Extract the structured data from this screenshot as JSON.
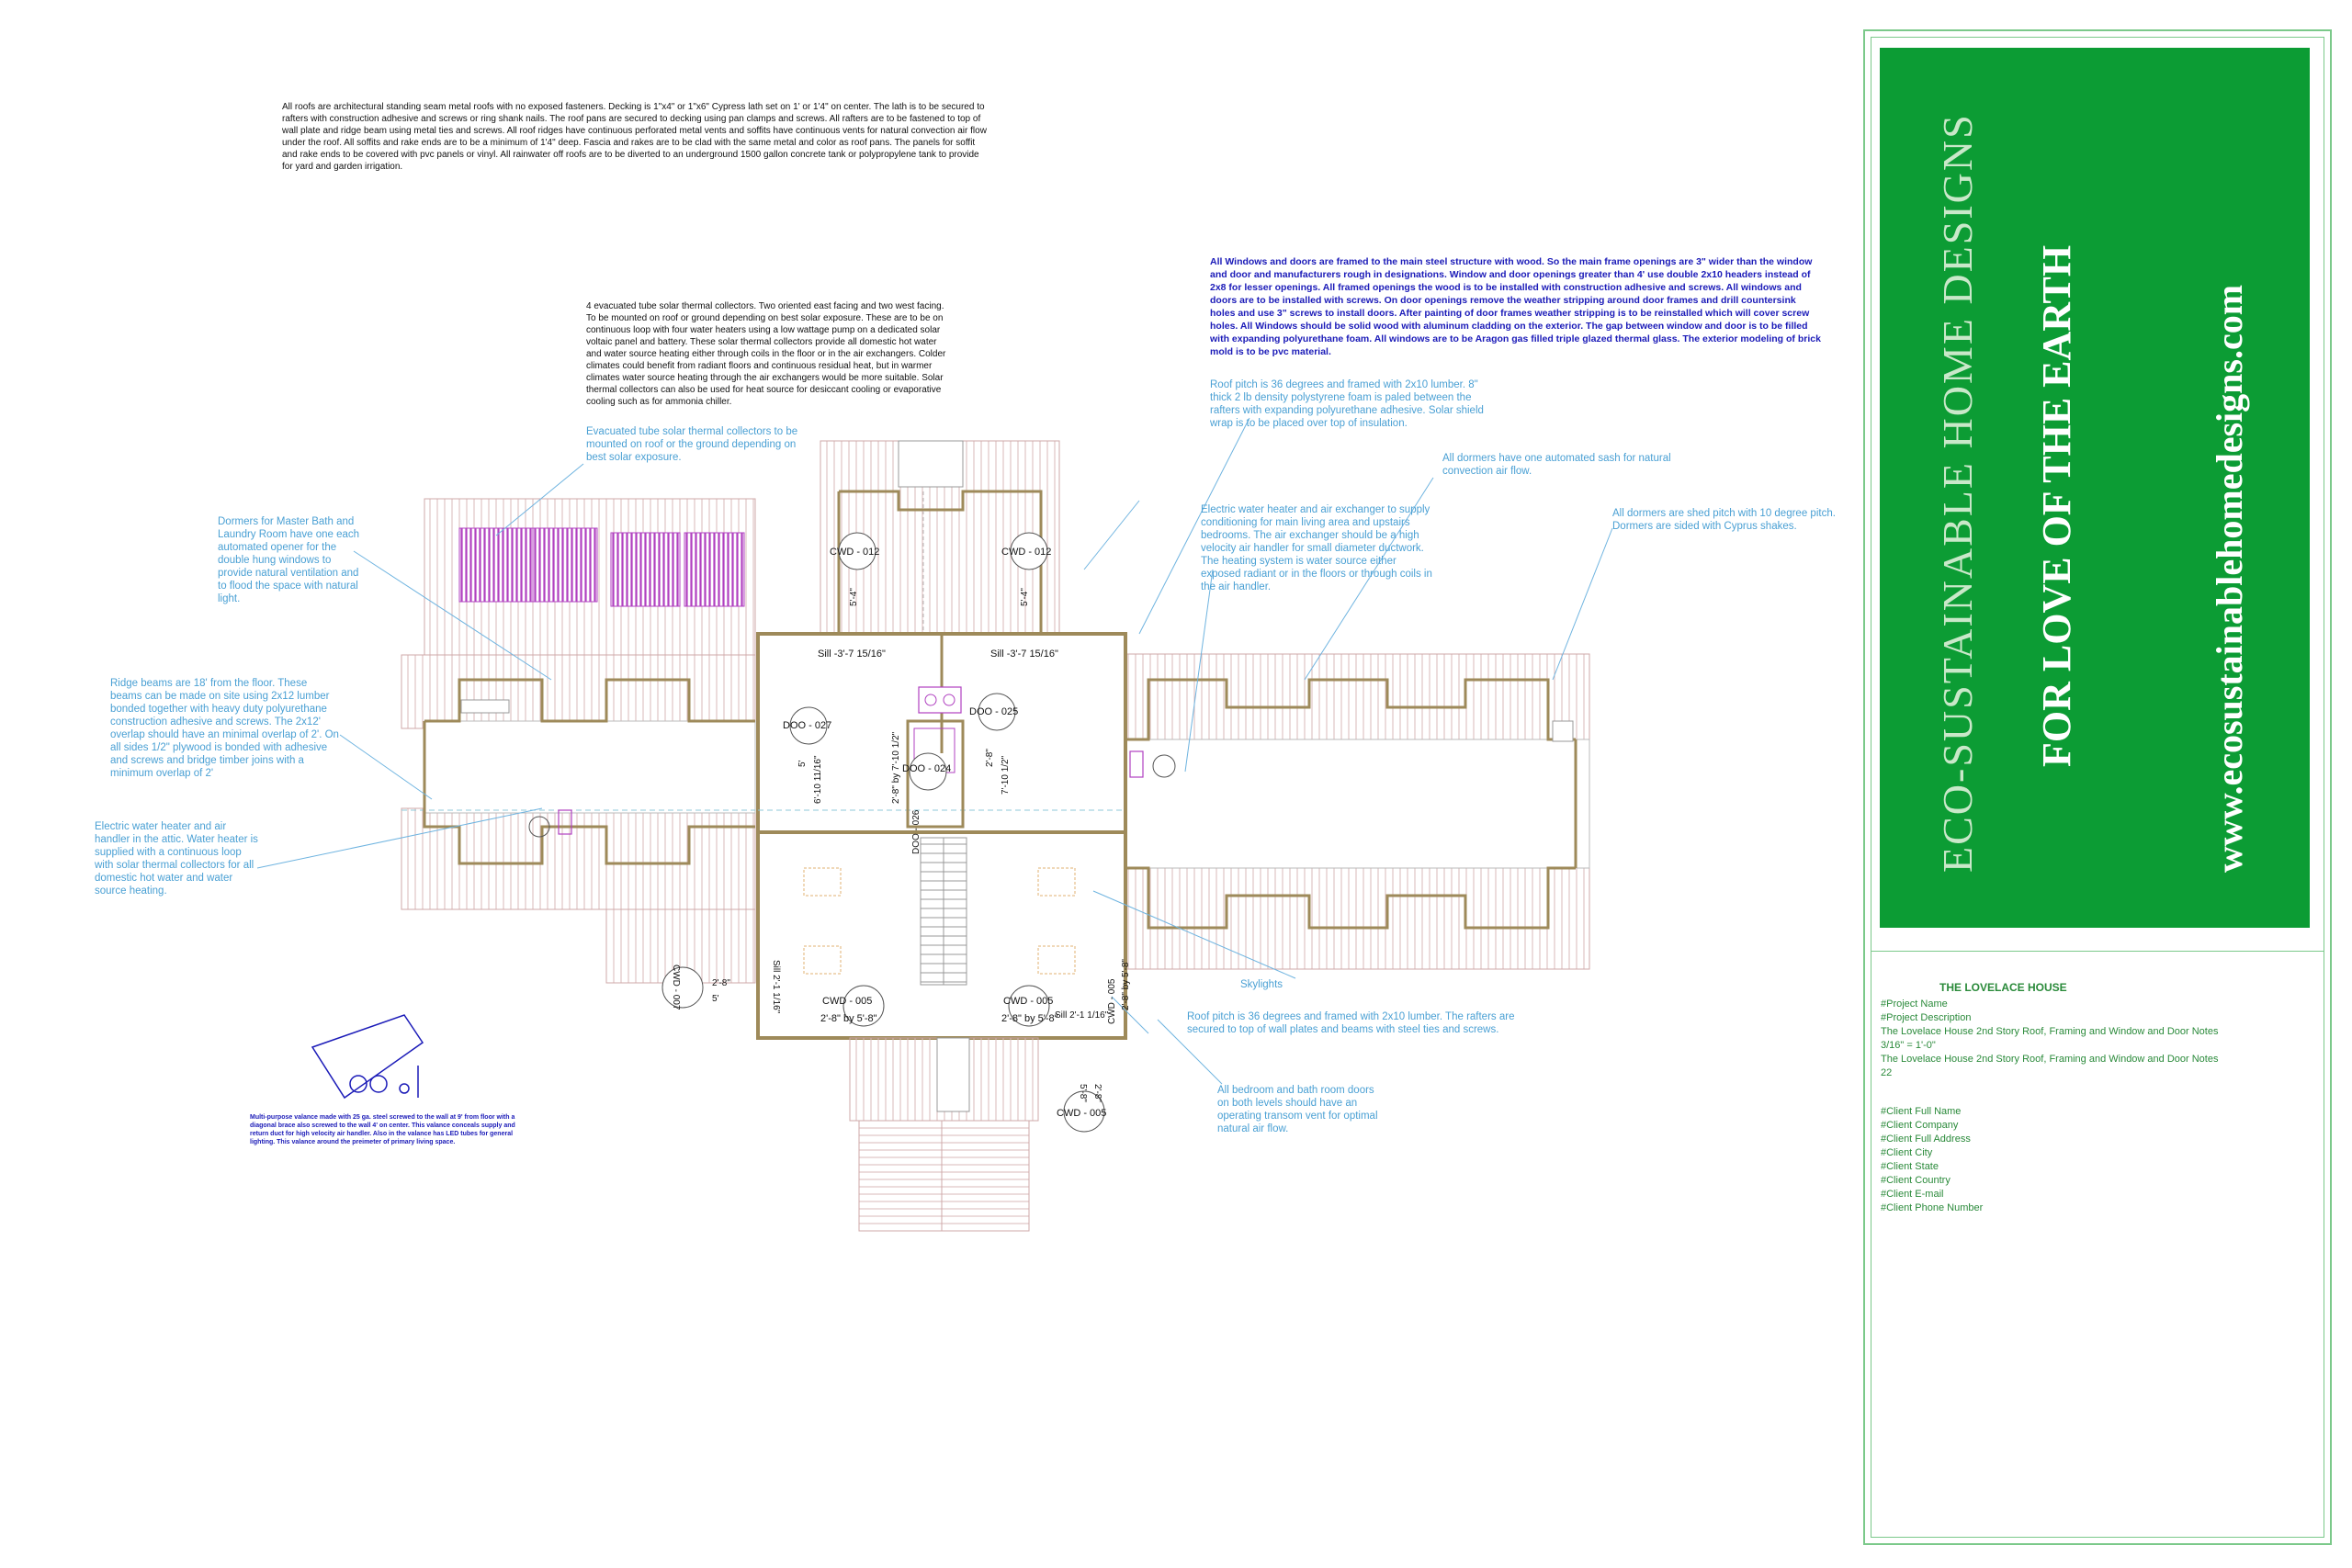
{
  "notes": {
    "roof_general": "All roofs are architectural standing seam metal roofs with no exposed fasteners. Decking is 1\"x4\" or 1\"x6\" Cypress lath set on 1' or 1'4\" on center. The lath is to be secured to rafters with construction adhesive and screws or ring shank nails. The roof pans are secured to decking using pan clamps and screws. All rafters are to be fastened to top of wall plate and ridge beam using metal ties and screws. All roof ridges have continuous perforated metal vents and soffits have continuous vents for natural convection air flow under the roof. All soffits and rake ends are to be a minimum of 1'4\" deep. Fascia and rakes are to be clad with the same metal and color as roof pans. The panels for soffit and rake ends to be covered with pvc panels or vinyl. All rainwater off roofs are to be diverted to an underground 1500 gallon concrete tank or polypropylene tank to provide for yard and garden irrigation.",
    "solar_collectors": "4 evacuated tube solar thermal collectors. Two oriented east facing and two west facing. To be mounted on roof or ground depending on best solar exposure. These are to be on continuous loop with four water heaters using a low wattage pump on a dedicated solar voltaic panel and battery. These solar thermal collectors provide all domestic hot water and water source heating either through coils in the floor or in the air exchangers. Colder climates could benefit from radiant floors and continuous residual heat, but in warmer climates water source heating through the air exchangers would be more suitable. Solar thermal collectors can also be used for heat source for desiccant cooling or evaporative cooling such as for ammonia chiller.",
    "windows_doors": "All Windows and doors are framed to the main steel structure with wood. So the main frame openings are 3\" wider than the window and door and manufacturers rough in designations. Window and door openings greater than 4' use double 2x10 headers instead of 2x8 for lesser openings. All framed openings the wood is to be installed with construction adhesive and screws. All windows and doors are to be installed with screws. On door openings remove the weather stripping around door frames and drill countersink holes and use 3\" screws to install doors. After painting of door frames weather stripping is to be reinstalled which will cover screw holes. All Windows should be solid wood with aluminum cladding on the exterior. The gap between window and door is to be filled with expanding polyurethane foam. All windows are to be Aragon gas filled triple glazed thermal glass. The exterior modeling of brick mold is to be pvc material.",
    "roof_pitch_36": "Roof pitch is 36 degrees and framed with 2x10 lumber. 8\" thick 2 lb density polystyrene foam is paled between the rafters with expanding polyurethane adhesive. Solar shield wrap is to be placed over top of insulation.",
    "evacuated_tube": "Evacuated tube solar thermal collectors to be mounted on roof or the ground depending on best solar exposure.",
    "dormer_sash": "All dormers have one automated sash for natural convection air flow.",
    "dormers_master_bath": "Dormers for Master Bath and Laundry Room have one each automated opener for the double hung windows to provide natural ventilation and to flood the space with natural light.",
    "water_heater_exchanger": "Electric water heater and air exchanger to supply conditioning for main living area and upstairs bedrooms. The air exchanger should be a high velocity air handler for small diameter ductwork. The heating system is water source either exposed radiant or in the floors or through coils in the air handler.",
    "dormers_shed": "All dormers are shed pitch with 10 degree pitch. Dormers are sided with Cyprus shakes.",
    "ridge_beams": "Ridge beams are 18' from the floor. These beams can be made on site using 2x12 lumber bonded together with heavy duty polyurethane construction adhesive and screws. The 2x12' overlap should have an minimal overlap of 2'. On all sides 1/2\" plywood is bonded with adhesive and screws and bridge timber joins with a minimum overlap of 2'",
    "water_heater_attic": "Electric water heater and air handler in the attic. Water heater is supplied with a continuous loop with solar thermal collectors for all domestic hot water and water source heating.",
    "skylights": "Skylights",
    "roof_pitch_rafters": "Roof pitch is 36 degrees and framed with 2x10 lumber. The rafters are secured to top of wall plates and beams with steel ties and screws.",
    "transom": "All bedroom and bath room doors on both levels should have an operating transom vent for optimal natural air flow.",
    "valance": "Multi-purpose valance made with 25 ga. steel screwed to the wall at 9' from floor with a diagonal brace also screwed to the wall 4' on center. This valance conceals supply and return duct for high velocity air handler. Also in the valance has LED tubes for general lighting. This valance around the preimeter of primary living space."
  },
  "plan_labels": {
    "cwd012_left": "CWD - 012",
    "cwd012_right": "CWD - 012",
    "sill_left": "Sill -3'-7 15/16\"",
    "sill_right": "Sill -3'-7 15/16\"",
    "doo027": "DOO - 027",
    "doo025": "DOO - 025",
    "doo024": "DOO - 024",
    "dim_610": "6'-10 11/16\"",
    "dim_7102": "7'-10 1/2\"",
    "dim_by7102": "2'-8\" by 7'-10 1/2\"",
    "dim_28": "2'-8\"",
    "dim_5a": "5'",
    "dim_54a": "5'-4\"",
    "dim_54b": "5'-4\"",
    "doo026": "DOO - 026",
    "cwd005_a": "CWD - 005",
    "cwd005_b": "CWD - 005",
    "cwd005_c": "CWD - 005",
    "cwd005_d": "CWD - 005",
    "cwd007": "CWD - 007",
    "dim_2858a": "2'-8\" by 5'-8\"",
    "dim_2858b": "2'-8\" by 5'-8\"",
    "dim_sill21116": "Sill 2'-1 1/16\"",
    "dim_sill_r": "Sill 2'-1 1/16\"",
    "dim_28b": "2'-8\"",
    "dim_5b": "5'",
    "dim_28c": "2'-8\"",
    "dim_58": "5'-8\"",
    "dim_28by58": "2'-8\" by 5'-8\""
  },
  "title_block": {
    "brand_name": "ECO-SUSTAINABLE HOME DESIGNS",
    "tagline": "FOR LOVE OF THE EARTH",
    "url": "www.ecosustainablehomedesigns.com",
    "project_title": "THE LOVELACE HOUSE",
    "project_name": "#Project Name",
    "project_description": "#Project Description",
    "sheet_description": "The Lovelace House 2nd Story Roof, Framing and Window and Door Notes",
    "scale": "3/16\" =     1'-0\"",
    "sheet_title": "The Lovelace House 2nd Story Roof, Framing and Window and Door Notes",
    "sheet_number": "22",
    "client_full_name": "#Client Full Name",
    "client_company": "#Client Company",
    "client_full_address": "#Client Full Address",
    "client_city": "#Client City",
    "client_state": "#Client State",
    "client_country": "#Client Country",
    "client_email": "#Client E-mail",
    "client_phone": "#Client Phone Number"
  },
  "colors": {
    "brand_green": "#0c9c34",
    "note_blue": "#4aa0d4",
    "note_navy": "#1b1bb8",
    "solar_panel": "#b040c0",
    "wall_fill": "#e8d6a8"
  }
}
